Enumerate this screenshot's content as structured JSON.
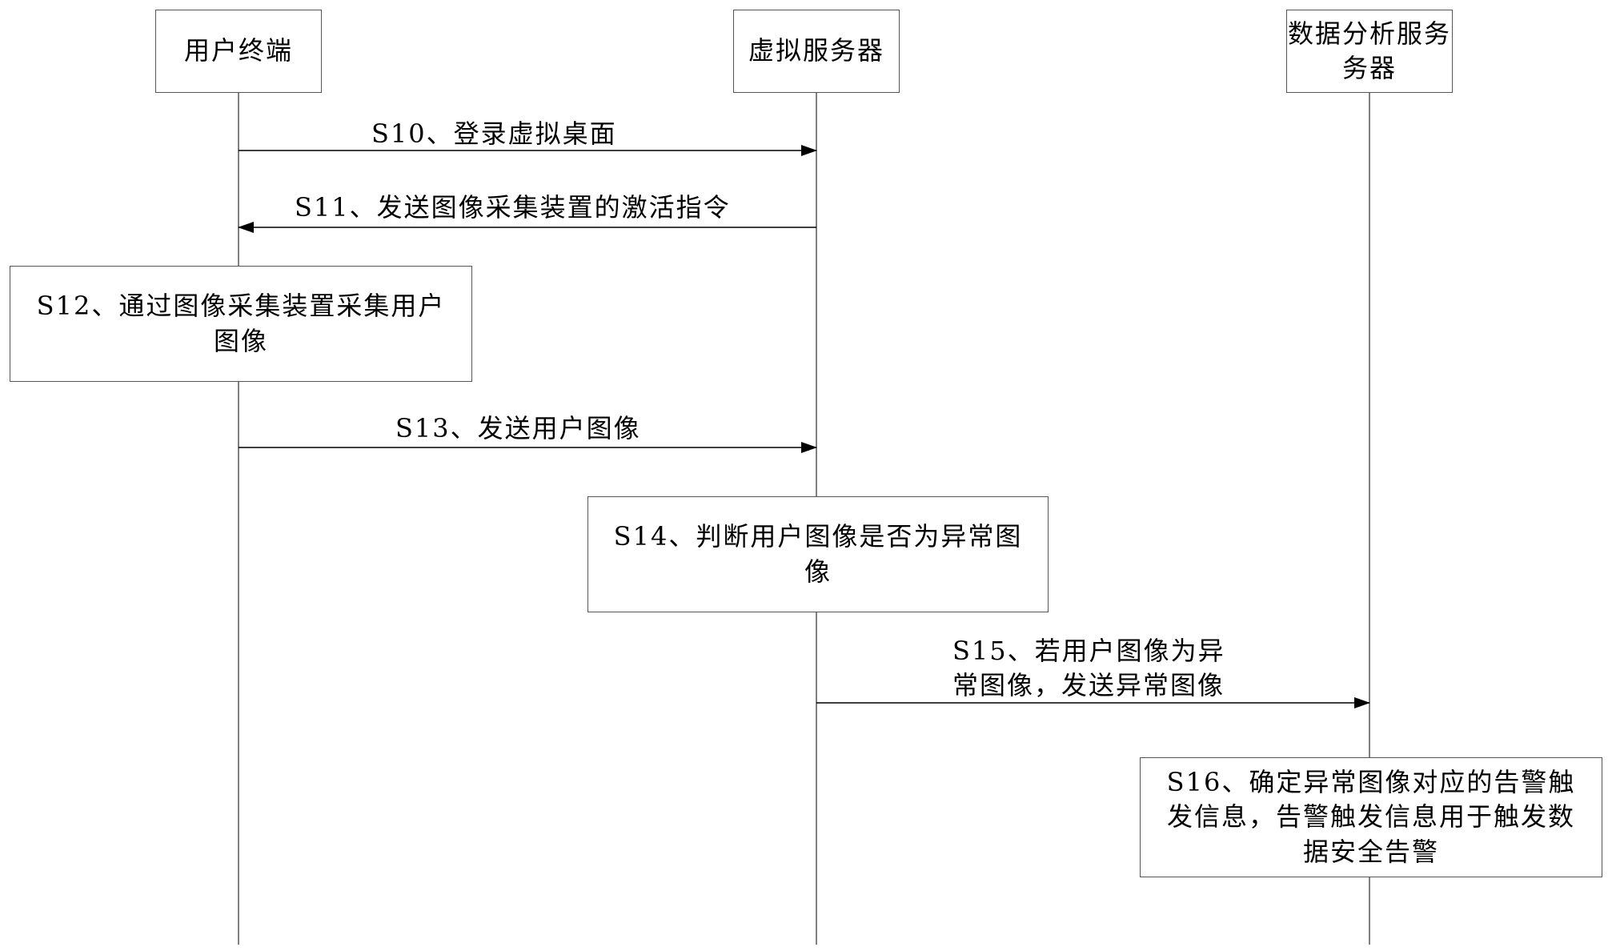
{
  "participants": [
    {
      "id": "user-terminal",
      "label": "用户终端"
    },
    {
      "id": "virtual-server",
      "label": "虚拟服务器"
    },
    {
      "id": "data-analysis-server",
      "label": "数据分析服务\n务器"
    }
  ],
  "messages": [
    {
      "id": "s10",
      "label": "S10、登录虚拟桌面",
      "from": "user-terminal",
      "to": "virtual-server"
    },
    {
      "id": "s11",
      "label": "S11、发送图像采集装置的激活指令",
      "from": "virtual-server",
      "to": "user-terminal"
    },
    {
      "id": "s13",
      "label": "S13、发送用户图像",
      "from": "user-terminal",
      "to": "virtual-server"
    },
    {
      "id": "s15",
      "label": "S15、若用户图像为异\n常图像，发送异常图像",
      "from": "virtual-server",
      "to": "data-analysis-server"
    }
  ],
  "process_steps": [
    {
      "id": "s12",
      "label": "S12、通过图像采集装置采集用户\n图像",
      "participant": "user-terminal"
    },
    {
      "id": "s14",
      "label": "S14、判断用户图像是否为异常图\n像",
      "participant": "virtual-server"
    },
    {
      "id": "s16",
      "label": "S16、确定异常图像对应的告警触\n发信息，告警触发信息用于触发数\n据安全告警",
      "participant": "data-analysis-server"
    }
  ],
  "colors": {
    "line": "#555555",
    "arrow": "#000000",
    "text": "#000000",
    "background": "#ffffff"
  }
}
